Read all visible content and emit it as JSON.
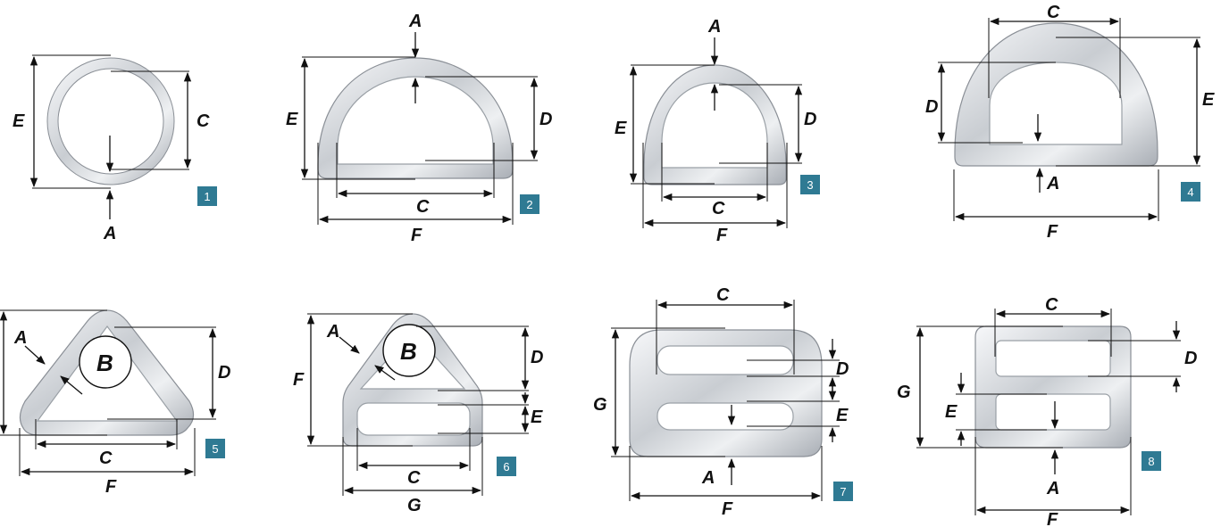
{
  "items": [
    {
      "number": "1",
      "labels": [
        "E",
        "C",
        "A"
      ]
    },
    {
      "number": "2",
      "labels": [
        "A",
        "E",
        "D",
        "C",
        "F"
      ]
    },
    {
      "number": "3",
      "labels": [
        "A",
        "E",
        "D",
        "C",
        "F"
      ]
    },
    {
      "number": "4",
      "labels": [
        "C",
        "D",
        "E",
        "A",
        "F"
      ]
    },
    {
      "number": "5",
      "labels": [
        "A",
        "B",
        "D",
        "C",
        "F"
      ]
    },
    {
      "number": "6",
      "labels": [
        "A",
        "B",
        "F",
        "D",
        "E",
        "C",
        "G"
      ]
    },
    {
      "number": "7",
      "labels": [
        "C",
        "G",
        "D",
        "E",
        "A",
        "F"
      ]
    },
    {
      "number": "8",
      "labels": [
        "C",
        "G",
        "D",
        "E",
        "A",
        "F"
      ]
    }
  ],
  "colors": {
    "badge": "#2f7a93",
    "steel_light": "#f2f3f5",
    "steel_dark": "#b9bdc3",
    "line": "#111111"
  }
}
